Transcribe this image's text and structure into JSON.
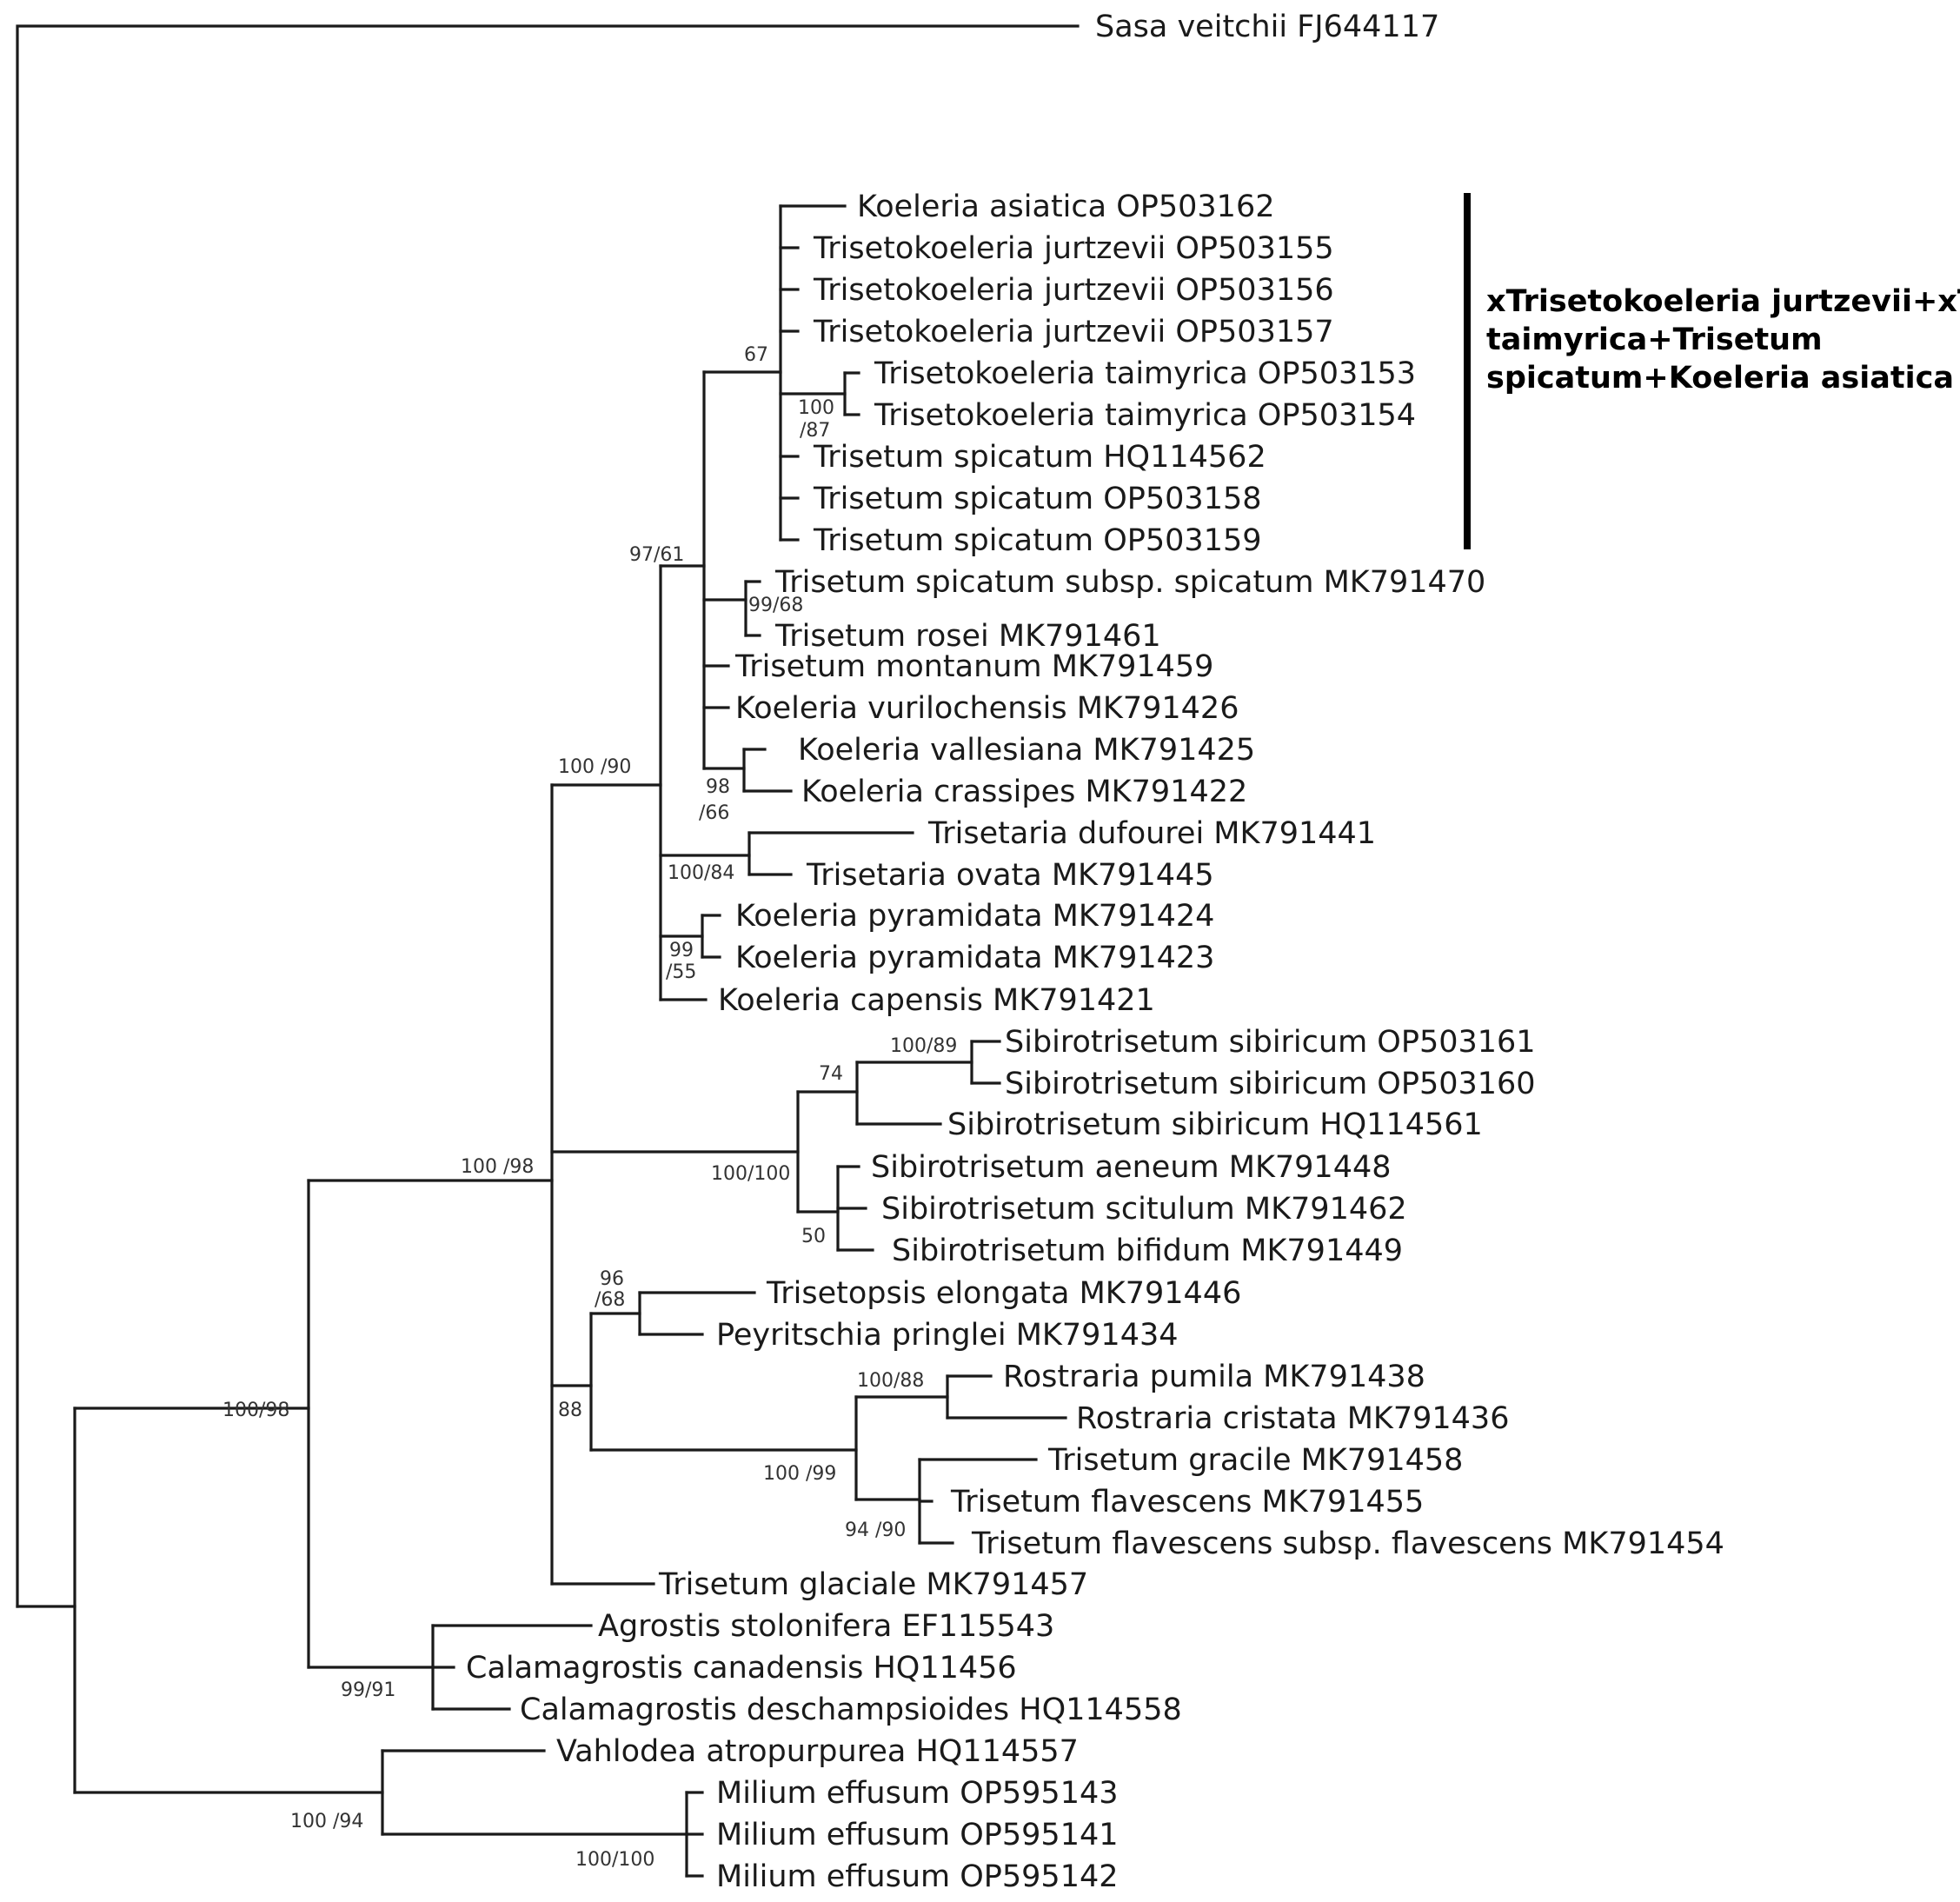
{
  "taxa": {
    "sasa": "Sasa veitchii FJ644117",
    "koeleria_asiatica": "Koeleria asiatica OP503162",
    "tk_jurtzevii_155": "Trisetokoeleria jurtzevii OP503155",
    "tk_jurtzevii_156": "Trisetokoeleria jurtzevii OP503156",
    "tk_jurtzevii_157": "Trisetokoeleria jurtzevii OP503157",
    "tk_taimyrica_153": "Trisetokoeleria taimyrica OP503153",
    "tk_taimyrica_154": "Trisetokoeleria taimyrica OP503154",
    "t_spicatum_hq": "Trisetum spicatum HQ114562",
    "t_spicatum_158": "Trisetum spicatum OP503158",
    "t_spicatum_159": "Trisetum spicatum OP503159",
    "t_spicatum_subsp": "Trisetum spicatum subsp. spicatum MK791470",
    "t_rosei": "Trisetum rosei MK791461",
    "t_montanum": "Trisetum montanum MK791459",
    "k_vurilochensis": "Koeleria vurilochensis MK791426",
    "k_vallesiana": "Koeleria vallesiana MK791425",
    "k_crassipes": "Koeleria crassipes MK791422",
    "trisetaria_dufourei": "Trisetaria dufourei MK791441",
    "trisetaria_ovata": "Trisetaria ovata MK791445",
    "k_pyramidata_424": "Koeleria pyramidata MK791424",
    "k_pyramidata_423": "Koeleria pyramidata MK791423",
    "k_capensis": "Koeleria capensis MK791421",
    "s_sibiricum_161": "Sibirotrisetum sibiricum OP503161",
    "s_sibiricum_160": "Sibirotrisetum sibiricum OP503160",
    "s_sibiricum_hq": "Sibirotrisetum sibiricum HQ114561",
    "s_aeneum": "Sibirotrisetum aeneum MK791448",
    "s_scitulum": "Sibirotrisetum scitulum MK791462",
    "s_bifidum": "Sibirotrisetum bifidum MK791449",
    "trisetopsis": "Trisetopsis elongata MK791446",
    "peyritschia": "Peyritschia pringlei MK791434",
    "r_pumila": "Rostraria pumila MK791438",
    "r_cristata": "Rostraria cristata MK791436",
    "t_gracile": "Trisetum gracile MK791458",
    "t_flavescens": "Trisetum flavescens MK791455",
    "t_flavescens_subsp": "Trisetum flavescens subsp. flavescens MK791454",
    "t_glaciale": "Trisetum glaciale MK791457",
    "agrostis": "Agrostis stolonifera EF115543",
    "c_canadensis": "Calamagrostis canadensis HQ11456",
    "c_deschampsioides": "Calamagrostis deschampsioides HQ114558",
    "vahlodea": "Vahlodea atropurpurea HQ114557",
    "milium_143": "Milium effusum OP595143",
    "milium_141": "Milium effusum OP595141",
    "milium_142": "Milium effusum OP595142"
  },
  "support": {
    "s67": "67",
    "s100_87a": "100",
    "s100_87b": "/87",
    "s97_61": "97/61",
    "s99_68": "99/68",
    "s98_66a": "98",
    "s98_66b": "/66",
    "s100_90": "100 /90",
    "s100_84": "100/84",
    "s99_55a": "99",
    "s99_55b": "/55",
    "s100_89": "100/89",
    "s74": "74",
    "s100_100": "100/100",
    "s50": "50",
    "s100_98_inner": "100 /98",
    "s96_68a": "96",
    "s96_68b": "/68",
    "s88": "88",
    "s100_88": "100/88",
    "s100_99": "100 /99",
    "s94_90": "94 /90",
    "s100_98_outer": "100/98",
    "s99_91": "99/91",
    "s100_94": "100 /94",
    "s100_100_milium": "100/100"
  },
  "clade_label": {
    "line1": "xTrisetokoeleria jurtzevii+xT.",
    "line2": "taimyrica+Trisetum",
    "line3": "spicatum+Koeleria asiatica"
  }
}
